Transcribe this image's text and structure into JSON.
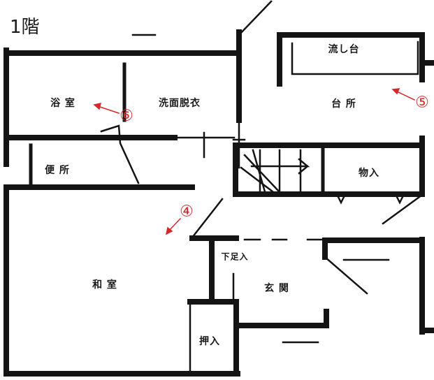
{
  "title": "1階",
  "rooms": {
    "bathroom": "浴 室",
    "washroom": "洗面脱衣",
    "sink": "流し台",
    "kitchen": "台 所",
    "toilet": "便 所",
    "storage": "物入",
    "shoe_cabinet": "下足入",
    "japanese_room": "和 室",
    "entrance": "玄 関",
    "closet": "押入"
  },
  "markers": [
    "④",
    "⑤",
    "⑥"
  ],
  "colors": {
    "wall": "#141414",
    "marker": "#d9252b"
  }
}
